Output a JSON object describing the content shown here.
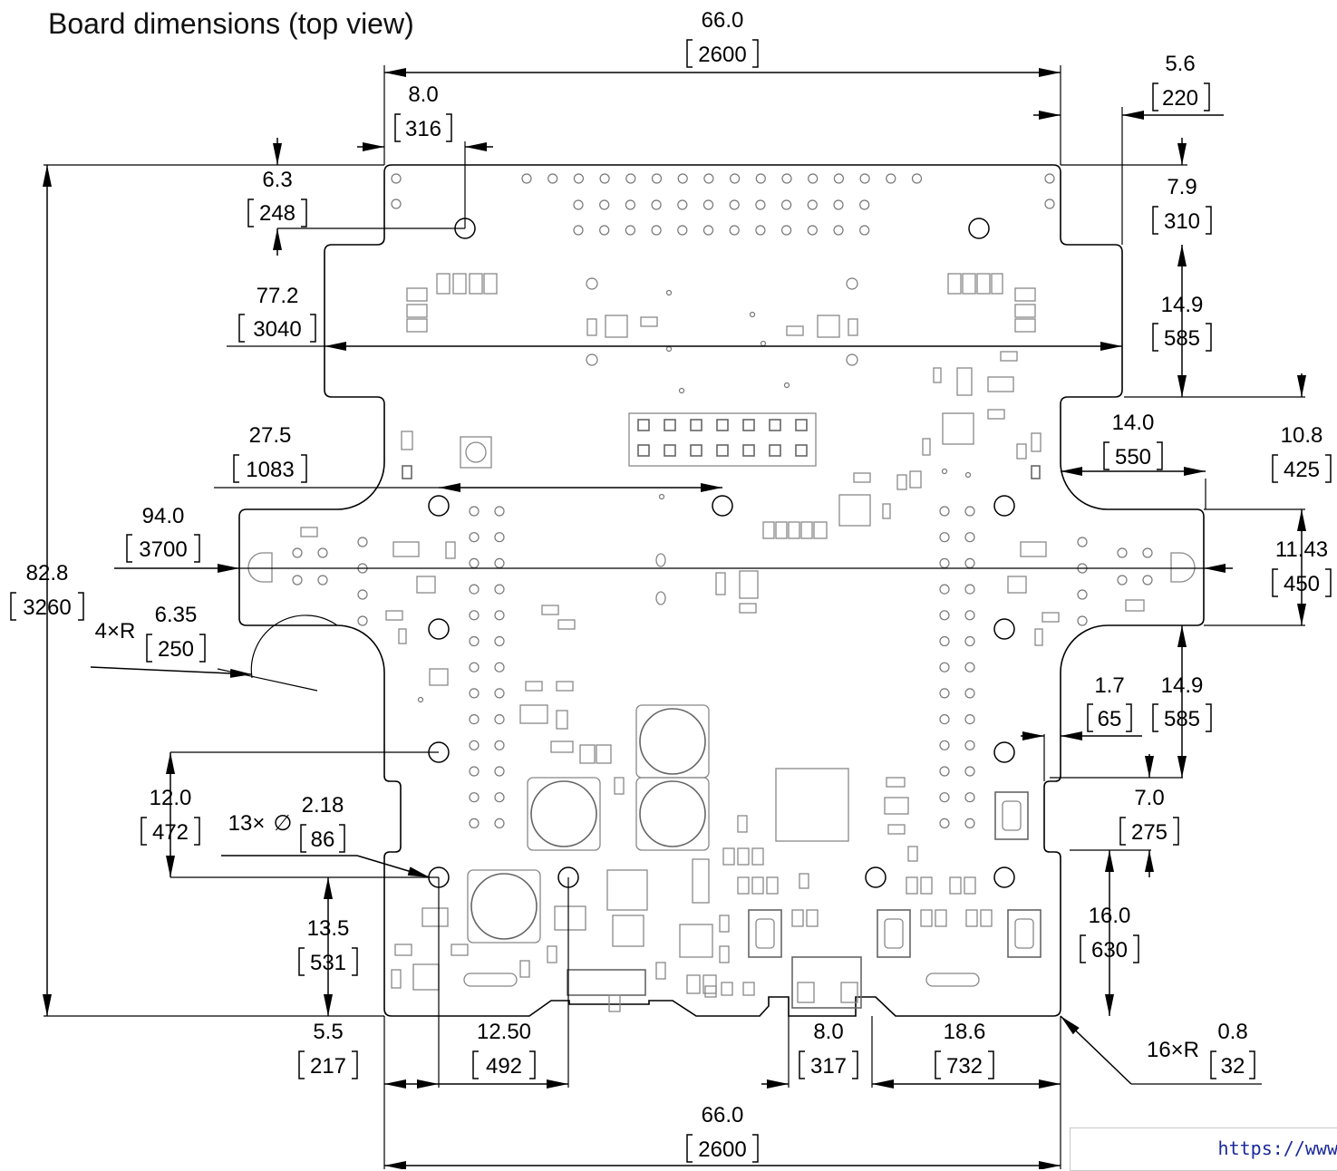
{
  "title": "Board dimensions (top view)",
  "dims": {
    "width_top": {
      "mm": "66.0",
      "mil": "2600"
    },
    "hdr_off": {
      "mm": "8.0",
      "mil": "316"
    },
    "right_step": {
      "mm": "5.6",
      "mil": "220"
    },
    "top_hole": {
      "mm": "6.3",
      "mil": "248"
    },
    "right_top": {
      "mm": "7.9",
      "mil": "310"
    },
    "width_upper": {
      "mm": "77.2",
      "mil": "3040"
    },
    "right_ext": {
      "mm": "14.9",
      "mil": "585"
    },
    "hole_span": {
      "mm": "27.5",
      "mil": "1083"
    },
    "right_notch": {
      "mm": "14.0",
      "mil": "550"
    },
    "right_10": {
      "mm": "10.8",
      "mil": "425"
    },
    "width_mid": {
      "mm": "94.0",
      "mil": "3700"
    },
    "tab_h": {
      "mm": "11.43",
      "mil": "450"
    },
    "height": {
      "mm": "82.8",
      "mil": "3260"
    },
    "radius_big": {
      "prefix": "4×R",
      "mm": "6.35",
      "mil": "250"
    },
    "small_step": {
      "mm": "1.7",
      "mil": "65"
    },
    "right_lower": {
      "mm": "14.9",
      "mil": "585"
    },
    "left_12": {
      "mm": "12.0",
      "mil": "472"
    },
    "holes": {
      "prefix": "13×",
      "mm": "2.18",
      "mil": "86"
    },
    "notch_7": {
      "mm": "7.0",
      "mil": "275"
    },
    "bottom_135": {
      "mm": "13.5",
      "mil": "531"
    },
    "bottom_16": {
      "mm": "16.0",
      "mil": "630"
    },
    "bottom_55": {
      "mm": "5.5",
      "mil": "217"
    },
    "bottom_125": {
      "mm": "12.50",
      "mil": "492"
    },
    "usb_w": {
      "mm": "8.0",
      "mil": "317"
    },
    "usb_off": {
      "mm": "18.6",
      "mil": "732"
    },
    "radius_small": {
      "prefix": "16×R",
      "mm": "0.8",
      "mil": "32"
    },
    "width_bottom": {
      "mm": "66.0",
      "mil": "2600"
    }
  },
  "diameter_symbol": "∅",
  "url_text": "https://www"
}
